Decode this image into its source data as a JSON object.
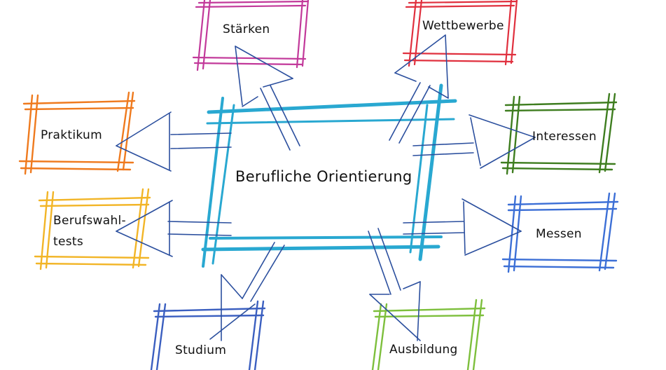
{
  "diagram": {
    "center": {
      "label": "Berufliche Orientierung",
      "color": "#29a8d1"
    },
    "arrow_color": "#2b4f9e",
    "nodes": [
      {
        "id": "staerken",
        "label": "Stärken",
        "color": "#c2399a"
      },
      {
        "id": "wettbewerbe",
        "label": "Wettbewerbe",
        "color": "#e0303e"
      },
      {
        "id": "praktikum",
        "label": "Praktikum",
        "color": "#ef7a1e"
      },
      {
        "id": "interessen",
        "label": "Interessen",
        "color": "#3e7d1f"
      },
      {
        "id": "berufswahltests",
        "label_line1": "Berufswahl-",
        "label_line2": "tests",
        "color": "#f2b527"
      },
      {
        "id": "messen",
        "label": "Messen",
        "color": "#3c6fd6"
      },
      {
        "id": "studium",
        "label": "Studium",
        "color": "#3b5fc0"
      },
      {
        "id": "ausbildung",
        "label": "Ausbildung",
        "color": "#7dbf3c"
      }
    ]
  }
}
